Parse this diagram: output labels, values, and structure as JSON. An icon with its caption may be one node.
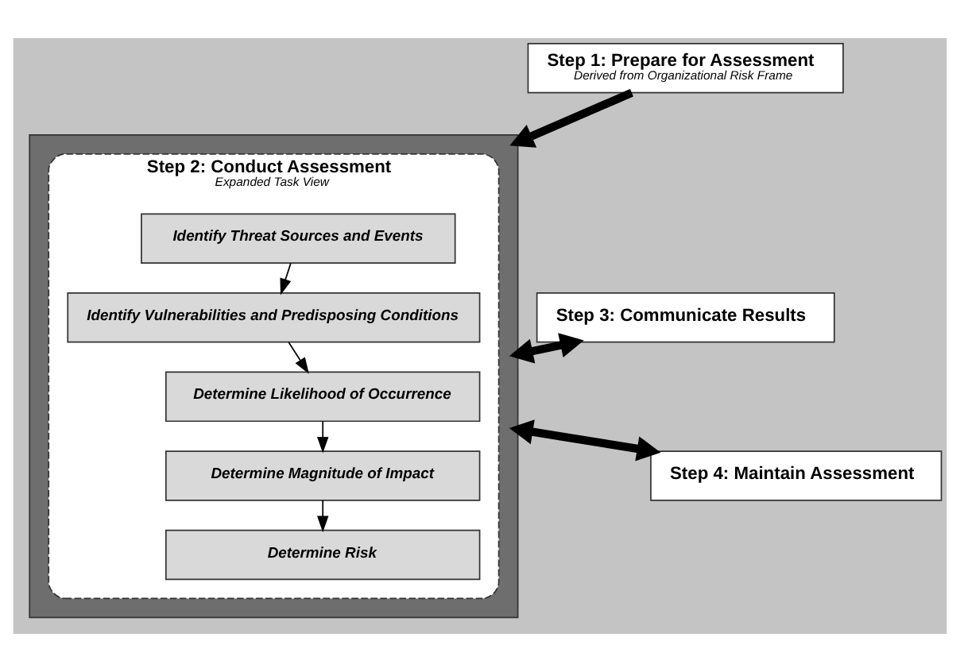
{
  "diagram": {
    "nodes": [
      {
        "text": [
          "Step 1: Prepare for Assessment",
          "Derived from Organizational Risk Frame"
        ]
      },
      {
        "text": [],
        "shape": "box"
      },
      {
        "text": [
          "Step 2: Conduct Assessment",
          "Expanded Task View"
        ],
        "in": 1
      },
      {
        "text": [
          "Identify Threat Sources and Events"
        ],
        "in": 2
      },
      {
        "text": [
          "Identify Vulnerabilities and Predisposing Conditions"
        ],
        "in": 2
      },
      {
        "text": [
          "Determine Likelihood of Occurrence"
        ],
        "in": 2
      },
      {
        "text": [
          "Determine Magnitude of Impact"
        ],
        "in": 2
      },
      {
        "text": [
          "Determine Risk"
        ],
        "in": 2
      },
      {
        "text": [
          "Step 3: Communicate Results"
        ]
      },
      {
        "text": [
          "Step 4: Maintain Assessment"
        ]
      }
    ],
    "edges": [
      {
        "from": 0,
        "to": 1,
        "arrow": "to",
        "style": "thick"
      },
      {
        "from": 8,
        "to": 1,
        "arrow": "both",
        "style": "thick"
      },
      {
        "from": 9,
        "to": 1,
        "arrow": "both",
        "style": "thick"
      },
      {
        "from": 3,
        "to": 4,
        "arrow": "to"
      },
      {
        "from": 4,
        "to": 5,
        "arrow": "to"
      },
      {
        "from": 5,
        "to": 6,
        "arrow": "to"
      },
      {
        "from": 6,
        "to": 7,
        "arrow": "to"
      }
    ]
  }
}
